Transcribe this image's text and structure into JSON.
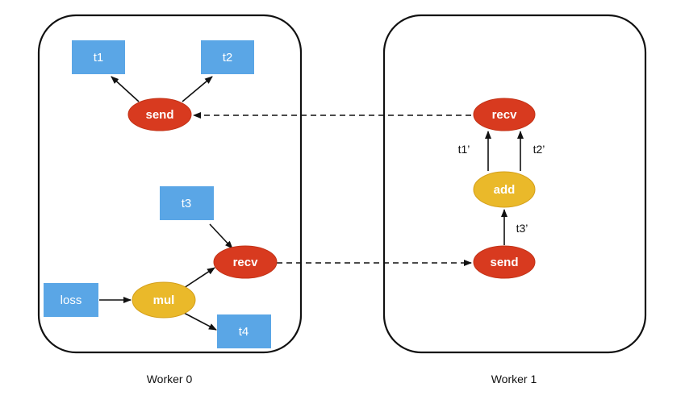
{
  "colors": {
    "box_fill": "#5aa6e6",
    "op_red": "#d83a1f",
    "op_red_stroke": "#c23317",
    "op_yellow": "#eab92a",
    "op_yellow_stroke": "#d49f1a",
    "worker_border": "#111111",
    "arrow": "#111111"
  },
  "workers": {
    "worker0": {
      "label": "Worker 0"
    },
    "worker1": {
      "label": "Worker 1"
    }
  },
  "nodes": {
    "w0_t1": {
      "label": "t1",
      "kind": "tensor"
    },
    "w0_t2": {
      "label": "t2",
      "kind": "tensor"
    },
    "w0_send": {
      "label": "send",
      "kind": "op-red"
    },
    "w0_t3": {
      "label": "t3",
      "kind": "tensor"
    },
    "w0_recv": {
      "label": "recv",
      "kind": "op-red"
    },
    "w0_loss": {
      "label": "loss",
      "kind": "tensor"
    },
    "w0_mul": {
      "label": "mul",
      "kind": "op-yellow"
    },
    "w0_t4": {
      "label": "t4",
      "kind": "tensor"
    },
    "w1_recv": {
      "label": "recv",
      "kind": "op-red"
    },
    "w1_add": {
      "label": "add",
      "kind": "op-yellow"
    },
    "w1_send": {
      "label": "send",
      "kind": "op-red"
    }
  },
  "edge_labels": {
    "t1_prime": "t1’",
    "t2_prime": "t2’",
    "t3_prime": "t3’"
  },
  "edges": [
    {
      "from": "w0_send",
      "to": "w0_t1",
      "style": "solid"
    },
    {
      "from": "w0_send",
      "to": "w0_t2",
      "style": "solid"
    },
    {
      "from": "w1_recv",
      "to": "w0_send",
      "style": "dashed"
    },
    {
      "from": "w0_t3",
      "to": "w0_recv",
      "style": "solid"
    },
    {
      "from": "w0_loss",
      "to": "w0_mul",
      "style": "solid"
    },
    {
      "from": "w0_mul",
      "to": "w0_recv",
      "style": "solid"
    },
    {
      "from": "w0_mul",
      "to": "w0_t4",
      "style": "solid"
    },
    {
      "from": "w0_recv",
      "to": "w1_send",
      "style": "dashed"
    },
    {
      "from": "w1_send",
      "to": "w1_add",
      "style": "solid",
      "label": "t3_prime"
    },
    {
      "from": "w1_add",
      "to": "w1_recv",
      "style": "solid",
      "label": "t1_prime"
    },
    {
      "from": "w1_add",
      "to": "w1_recv",
      "style": "solid",
      "label": "t2_prime"
    }
  ]
}
